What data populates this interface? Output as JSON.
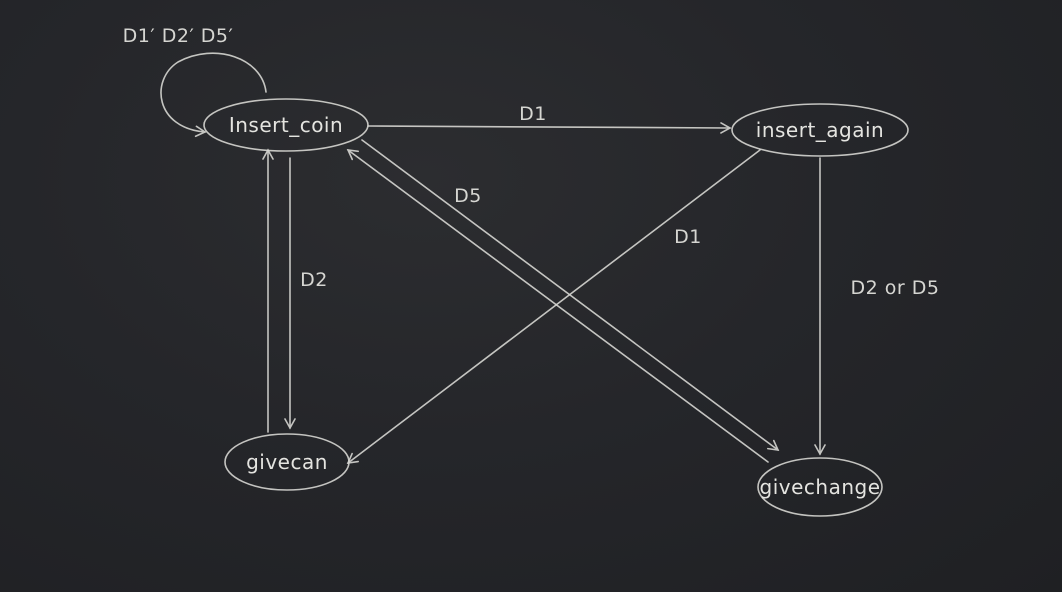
{
  "states": {
    "insert_coin": "Insert_coin",
    "insert_again": "insert_again",
    "givecan": "givecan",
    "givechange": "givechange"
  },
  "edges": {
    "self_loop": "D1′ D2′ D5′",
    "coin_to_again": "D1",
    "coin_to_givechange": "D5",
    "again_to_givecan": "D1",
    "coin_to_givecan": "D2",
    "again_to_givechange": "D2 or D5"
  },
  "colors": {
    "board": "#25262a",
    "chalk": "#d6d6d2"
  }
}
